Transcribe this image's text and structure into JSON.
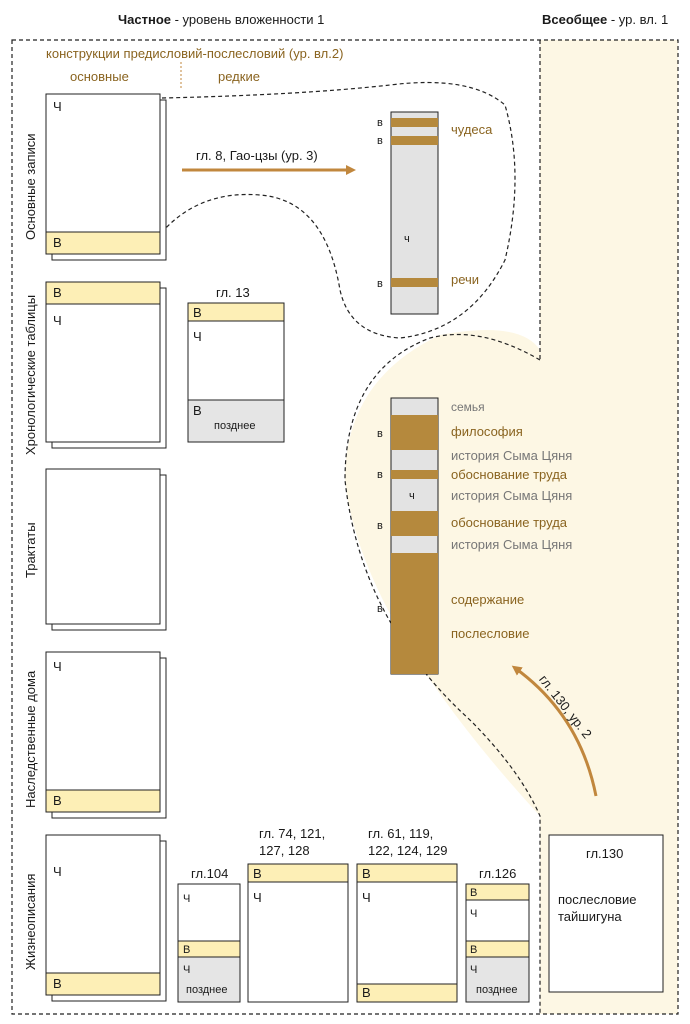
{
  "header": {
    "private_bold": "Частное",
    "private_rest": " - уровень вложенности 1",
    "common_bold": "Всеобщее",
    "common_rest": " - ур. вл. 1"
  },
  "subheader": {
    "constructions": "конструкции предисловий-послесловий (ур. вл.2)",
    "main": "основные",
    "rare": "редкие"
  },
  "rows": {
    "annals": "Основные записи",
    "tables": "Хронологические таблицы",
    "treatises": "Трактаты",
    "houses": "Наследственные дома",
    "biographies": "Жизнеописания"
  },
  "marks": {
    "ch": "Ч",
    "v": "В",
    "ch_small": "ч",
    "v_small": "в",
    "later": "позднее"
  },
  "arrows": {
    "gao": "гл. 8, Гао-цзы  (ур. 3)",
    "ch130": "гл. 130, ур. 2"
  },
  "top_strip": {
    "label_top": "чудеса",
    "label_bottom": "речи"
  },
  "big_strip": {
    "labels": [
      "семья",
      "философия",
      "история Сыма Цяня",
      "обоснование труда",
      "история Сыма Цяня",
      "обоснование труда",
      "история Сыма Цяня",
      "содержание",
      "послесловие"
    ]
  },
  "chapters": {
    "ch13": "гл. 13",
    "ch104": "гл.104",
    "ch74_l1": "гл. 74, 121,",
    "ch74_l2": "127, 128",
    "ch61_l1": "гл. 61, 119,",
    "ch61_l2": "122, 124, 129",
    "ch126": "гл.126",
    "ch130": "гл.130",
    "afterword_l1": "послесловие",
    "afterword_l2": "тайшигуна"
  },
  "colors": {
    "brown": "#b5893d",
    "pale_yellow": "#fdefb6",
    "cream": "#fdf7e4",
    "grey": "#e3e3e3",
    "label_brown": "#8a6420"
  }
}
